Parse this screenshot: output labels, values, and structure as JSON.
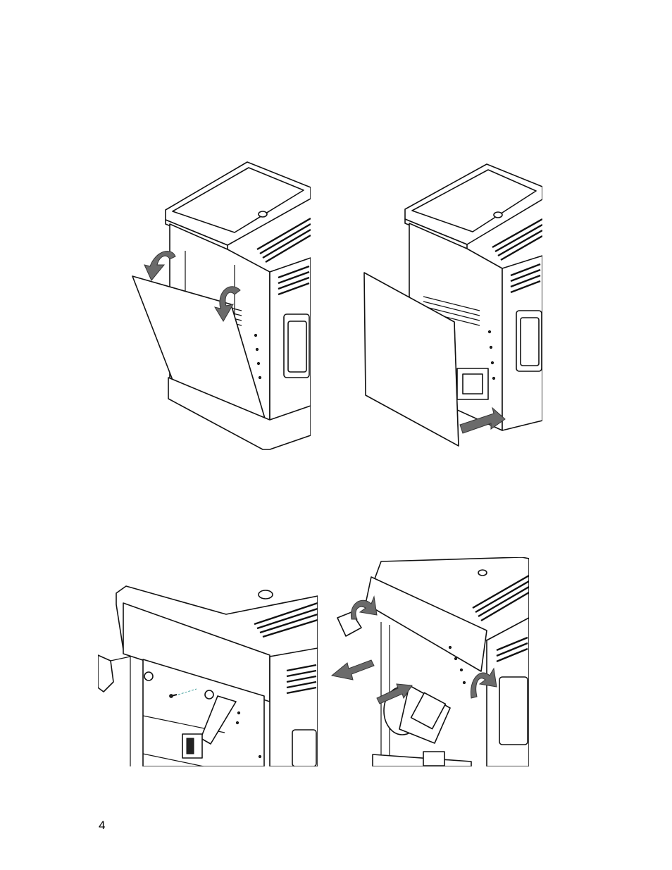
{
  "page": {
    "number": "4"
  },
  "figures": [
    {
      "id": "fig1",
      "icon": "stove-side-panel-tilt-illustration"
    },
    {
      "id": "fig2",
      "icon": "stove-side-panel-remove-illustration"
    },
    {
      "id": "fig3",
      "icon": "stove-top-panel-screw-illustration"
    },
    {
      "id": "fig4",
      "icon": "stove-fan-removal-illustration"
    }
  ],
  "colors": {
    "line": "#111111",
    "arrow": "#6b6b6b",
    "background": "#ffffff"
  }
}
